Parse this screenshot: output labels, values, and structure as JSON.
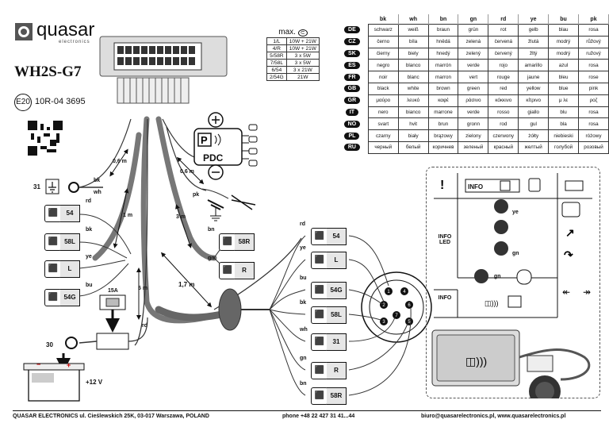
{
  "brand": {
    "name": "quasar",
    "sub": "electronics"
  },
  "model": "WH2S-G7",
  "approval": {
    "mark": "E20",
    "number": "10R-04 3695"
  },
  "power_table": {
    "header": "max.",
    "rows": [
      [
        "1/L",
        "10W + 21W"
      ],
      [
        "4/R",
        "10W + 21W"
      ],
      [
        "5/58R",
        "3 x 5W"
      ],
      [
        "7/58L",
        "3 x 5W"
      ],
      [
        "6/54",
        "3 x 21W"
      ],
      [
        "2/54G",
        "21W"
      ]
    ]
  },
  "color_table": {
    "headers": [
      "bk",
      "wh",
      "bn",
      "gn",
      "rd",
      "ye",
      "bu",
      "pk"
    ],
    "rows": [
      {
        "lang": "DE",
        "values": [
          "schwarz",
          "weiß",
          "braun",
          "grün",
          "rot",
          "gelb",
          "blau",
          "rosa"
        ]
      },
      {
        "lang": "CZ",
        "values": [
          "černo",
          "bíla",
          "hnědá",
          "zelená",
          "červená",
          "žlutá",
          "modrý",
          "růžový"
        ]
      },
      {
        "lang": "SK",
        "values": [
          "čierny",
          "biely",
          "hnedý",
          "zelený",
          "červený",
          "žltý",
          "modrý",
          "ružový"
        ]
      },
      {
        "lang": "ES",
        "values": [
          "negro",
          "blanco",
          "marrón",
          "verde",
          "rojo",
          "amarillo",
          "azul",
          "rosa"
        ]
      },
      {
        "lang": "FR",
        "values": [
          "noir",
          "blanc",
          "marron",
          "vert",
          "rouge",
          "jaune",
          "bleu",
          "rose"
        ]
      },
      {
        "lang": "GB",
        "values": [
          "black",
          "white",
          "brown",
          "green",
          "red",
          "yellow",
          "blue",
          "pink"
        ]
      },
      {
        "lang": "GR",
        "values": [
          "μαύρο",
          "λευκό",
          "καφέ",
          "ράσινο",
          "κόκκινο",
          "κίτρινο",
          "μ λε",
          "ροζ"
        ]
      },
      {
        "lang": "IT",
        "values": [
          "nero",
          "bianco",
          "marrone",
          "verde",
          "rosso",
          "giallo",
          "blu",
          "rosa"
        ]
      },
      {
        "lang": "NO",
        "values": [
          "svart",
          "hvit",
          "brun",
          "gronn",
          "rod",
          "gul",
          "bla",
          "rosa"
        ]
      },
      {
        "lang": "PL",
        "values": [
          "czarny",
          "biały",
          "brązowy",
          "zielony",
          "czerwony",
          "żółty",
          "niebieski",
          "różowy"
        ]
      },
      {
        "lang": "RU",
        "values": [
          "черный",
          "белый",
          "коричнев",
          "зеленый",
          "красный",
          "желтый",
          "голубой",
          "розовый"
        ]
      }
    ]
  },
  "wiring": {
    "dist1": "0,6 m",
    "dist2": "0,6 m",
    "dist3": "1 m",
    "dist4": "3 m",
    "dist5": "5 m",
    "dist6": "1,7 m",
    "ground": "31",
    "fuse": "15A",
    "battery_terminal": "30",
    "voltage": "+12 V",
    "pdc": "PDC",
    "pk": "pk",
    "left_lamps": [
      {
        "code": "54",
        "wire": "rd"
      },
      {
        "code": "58L",
        "wire": "bk"
      },
      {
        "code": "L",
        "wire": "ye"
      },
      {
        "code": "54G",
        "wire": "bu"
      }
    ],
    "right_lamps": [
      {
        "code": "58R",
        "wire": "bn"
      },
      {
        "code": "R",
        "wire": "gn"
      }
    ],
    "socket_pins": [
      {
        "code": "54",
        "wire": "rd"
      },
      {
        "code": "L",
        "wire": "ye"
      },
      {
        "code": "54G",
        "wire": "bu"
      },
      {
        "code": "58L",
        "wire": "bk"
      },
      {
        "code": "31",
        "wire": "wh"
      },
      {
        "code": "R",
        "wire": "gn"
      },
      {
        "code": "58R",
        "wire": "bn"
      }
    ],
    "wire_labels": {
      "bk": "bk",
      "wh": "wh",
      "rd": "rd"
    }
  },
  "info": {
    "title": "INFO",
    "led_label": "INFO LED",
    "sound_label": "INFO",
    "ye": "ye",
    "gn": "gn"
  },
  "footer": {
    "company": "QUASAR ELECTRONICS  ul. Cieślewskich 25K, 03-017 Warszawa, POLAND",
    "phone": "phone +48 22 427 31 41...44",
    "contact": "biuro@quasarelectronics.pl, www.quasarelectronics.pl"
  }
}
